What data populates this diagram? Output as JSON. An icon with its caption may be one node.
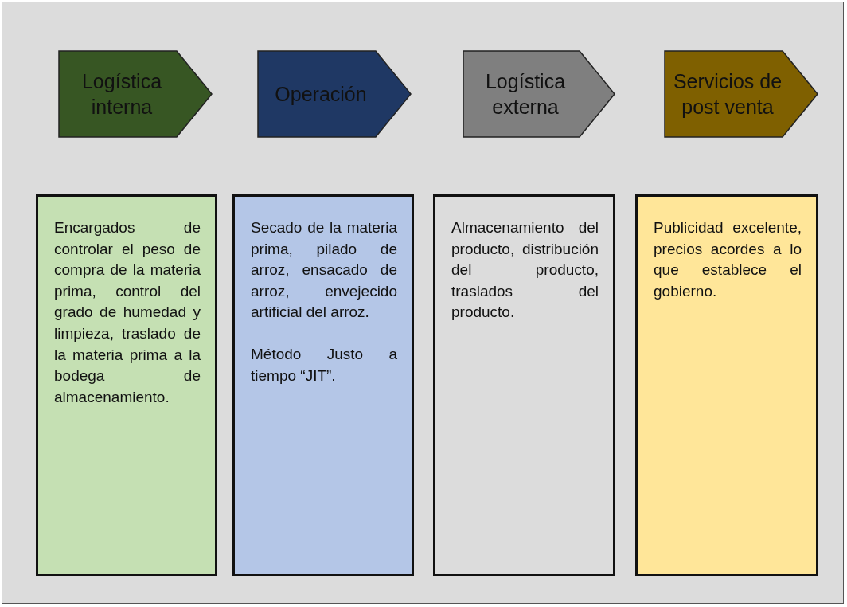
{
  "diagram": {
    "nodes": [
      {
        "text": [
          "Logística interna"
        ]
      },
      {
        "text": [
          "Operación"
        ]
      },
      {
        "text": [
          "Logística externa"
        ]
      },
      {
        "text": [
          "Servicios de post venta"
        ]
      },
      {
        "text": [
          "Encargados de controlar el peso de compra de la materia prima, control del grado de humedad y limpieza, traslado de la materia prima a la bodega de almacenamiento."
        ]
      },
      {
        "text": [
          "Secado de la materia prima, pilado de arroz, ensacado de arroz, envejecido artificial del arroz.",
          "Método Justo a tiempo “JIT”."
        ]
      },
      {
        "text": [
          "Almacenamiento del producto, distribución del producto, traslados del producto."
        ]
      },
      {
        "text": [
          "Publicidad excelente, precios acordes a lo que establece el gobierno."
        ]
      }
    ]
  }
}
